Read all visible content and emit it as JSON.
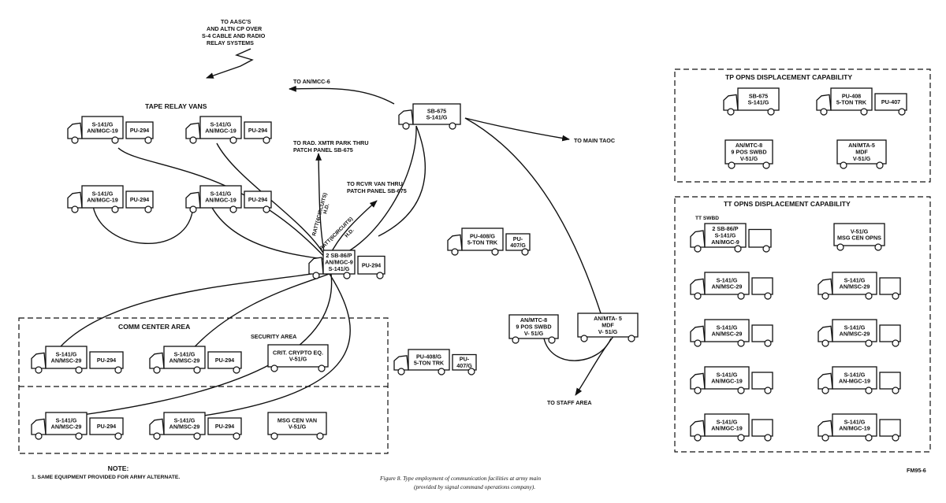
{
  "title": {
    "tape_relay_vans": "TAPE RELAY VANS",
    "comm_center_area": "COMM CENTER AREA",
    "security_area": "SECURITY AREA",
    "tp_ops": "TP OPNS DISPLACEMENT CAPABILITY",
    "tt_ops": "TT OPNS DISPLACEMENT CAPABILITY",
    "tt_swbd": "TT SWBD"
  },
  "annotations": {
    "aascs": [
      "TO AASC'S",
      "AND ALTN CP OVER",
      "S-4 CABLE AND RADIO",
      "RELAY SYSTEMS"
    ],
    "mcc6": "TO AN/MCC-6",
    "main_taoc": "TO MAIN TAOC",
    "rad_xmtr": [
      "TO RAD. XMTR PARK THRU",
      "PATCH PANEL SB-675"
    ],
    "rcvr_van": [
      "TO RCVR VAN THRU",
      "PATCH PANEL SB-675"
    ],
    "ratt1": "RATT(4CIRCUITS)",
    "ratt1_hd": "H.D.",
    "ratt2": "RATT(6CIRCUITS)",
    "ratt2_hd": "H.D.",
    "staff_area": "TO STAFF AREA"
  },
  "vehicles": {
    "trv1": [
      "S-141/G",
      "AN/MGC-19"
    ],
    "trv2": [
      "S-141/G",
      "AN/MGC-19"
    ],
    "trv3": [
      "S-141/G",
      "AN/MGC-19"
    ],
    "trv4": [
      "S-141/G",
      "AN/MGC-19"
    ],
    "pu294": "PU-294",
    "sb675": [
      "SB-675",
      "S-141/G"
    ],
    "hub": [
      "2 SB-86/P",
      "AN/MGC-9",
      "S-141/G"
    ],
    "pu408_a": [
      "PU-408/G",
      "5-TON TRK"
    ],
    "pu407_a": [
      "PU-",
      "407/G"
    ],
    "pu408_b": [
      "PU-408/G",
      "5-TON TRK"
    ],
    "pu407_b": [
      "PU-",
      "407/G"
    ],
    "mtc8": [
      "AN/MTC-8",
      "9 POS SWBD",
      "V- 51/G"
    ],
    "mta5": [
      "AN/MTA- 5",
      "MDF",
      "V- 51/G"
    ],
    "cc1": [
      "S-141/G",
      "AN/MSC-29"
    ],
    "cc2": [
      "S-141/G",
      "AN/MSC-29"
    ],
    "crypto": [
      "CRIT. CRYPTO EQ.",
      "V-51/G"
    ],
    "cc3": [
      "S-141/G",
      "AN/MSC-29"
    ],
    "cc4": [
      "S-141/G",
      "AN/MSC-29"
    ],
    "msgvan": [
      "MSG CEN VAN",
      "V-51/G"
    ]
  },
  "tp_panel": {
    "sb675": [
      "SB-675",
      "S-141/G"
    ],
    "pu408": [
      "PU-408",
      "5-TON TRK"
    ],
    "pu407": "PU-407",
    "mtc8": [
      "AN/MTC-8",
      "9 POS SWBD",
      "V-51/G"
    ],
    "mta5": [
      "AN/MTA-5",
      "MDF",
      "V-51/G"
    ]
  },
  "tt_panel": {
    "swbd": [
      "2 SB-86/P",
      "S-141/G",
      "AN/MGC-9"
    ],
    "v51": [
      "V-51/G",
      "MSG CEN OPNS"
    ],
    "rows": [
      [
        [
          "S-141/G",
          "AN/MSC-29"
        ],
        [
          "S-141/G",
          "AN/MSC-29"
        ]
      ],
      [
        [
          "S-141/G",
          "AN/MSC-29"
        ],
        [
          "S-141/G",
          "AN/MSC-29"
        ]
      ],
      [
        [
          "S-141/G",
          "AN/MGC-19"
        ],
        [
          "S-141/G",
          "AN-MGC-19"
        ]
      ],
      [
        [
          "S-141/G",
          "AN/MGC-19"
        ],
        [
          "S-141/G",
          "AN/MGC-19"
        ]
      ]
    ]
  },
  "footer": {
    "note_title": "NOTE:",
    "note_text": "1. SAME EQUIPMENT PROVIDED FOR ARMY ALTERNATE.",
    "caption1": "Figure 8. Type employment of communication facilities at army main",
    "caption2": "(provided by signal command operations company).",
    "code": "FM95-6"
  }
}
